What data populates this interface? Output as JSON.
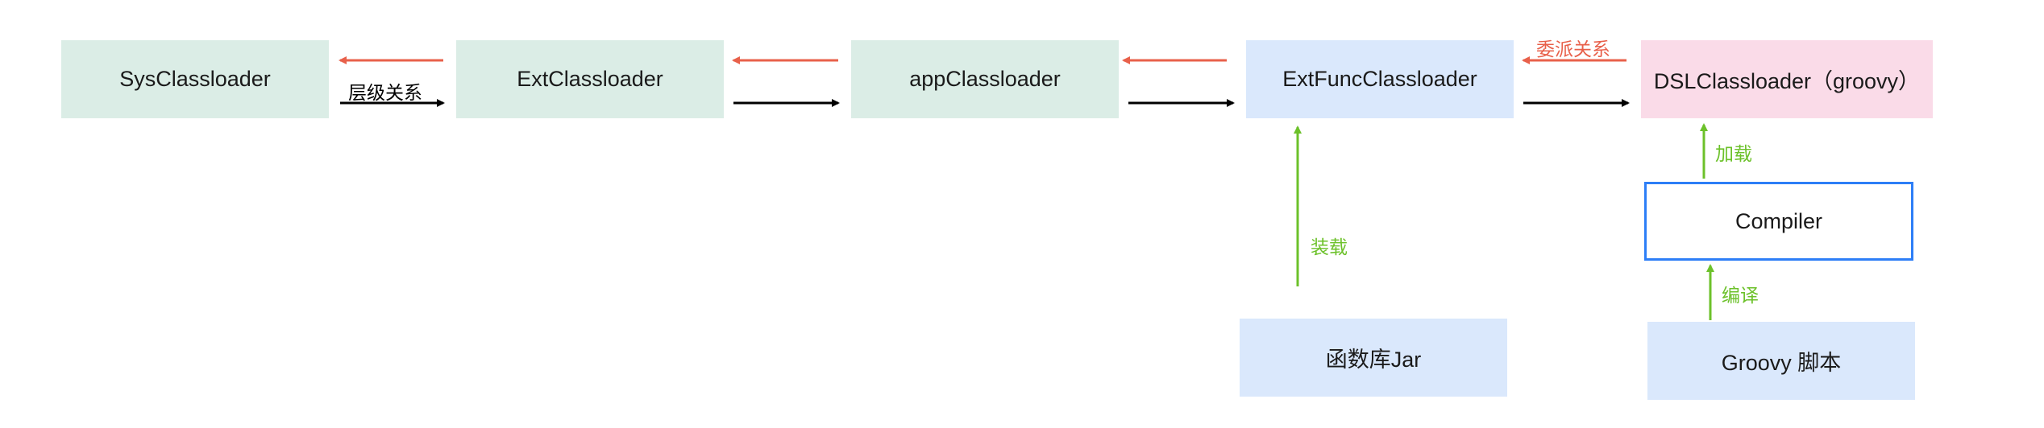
{
  "nodes": {
    "sys": "SysClassloader",
    "ext": "ExtClassloader",
    "app": "appClassloader",
    "extfunc": "ExtFuncClassloader",
    "dsl": "DSLClassloader（groovy）",
    "compiler": "Compiler",
    "funclib": "函数库Jar",
    "groovy_script": "Groovy 脚本"
  },
  "labels": {
    "hierarchy": "层级关系",
    "delegation": "委派关系",
    "load": "加载",
    "mount": "装载",
    "compile": "编译"
  },
  "colors": {
    "delegation_arrow": "#e8604a",
    "hierarchy_arrow": "#000000",
    "load_arrow": "#6cc12a",
    "green_node": "#dbede6",
    "blue_node": "#dae8fc",
    "pink_node": "#fadbe8",
    "compiler_border": "#2d7ef7"
  }
}
